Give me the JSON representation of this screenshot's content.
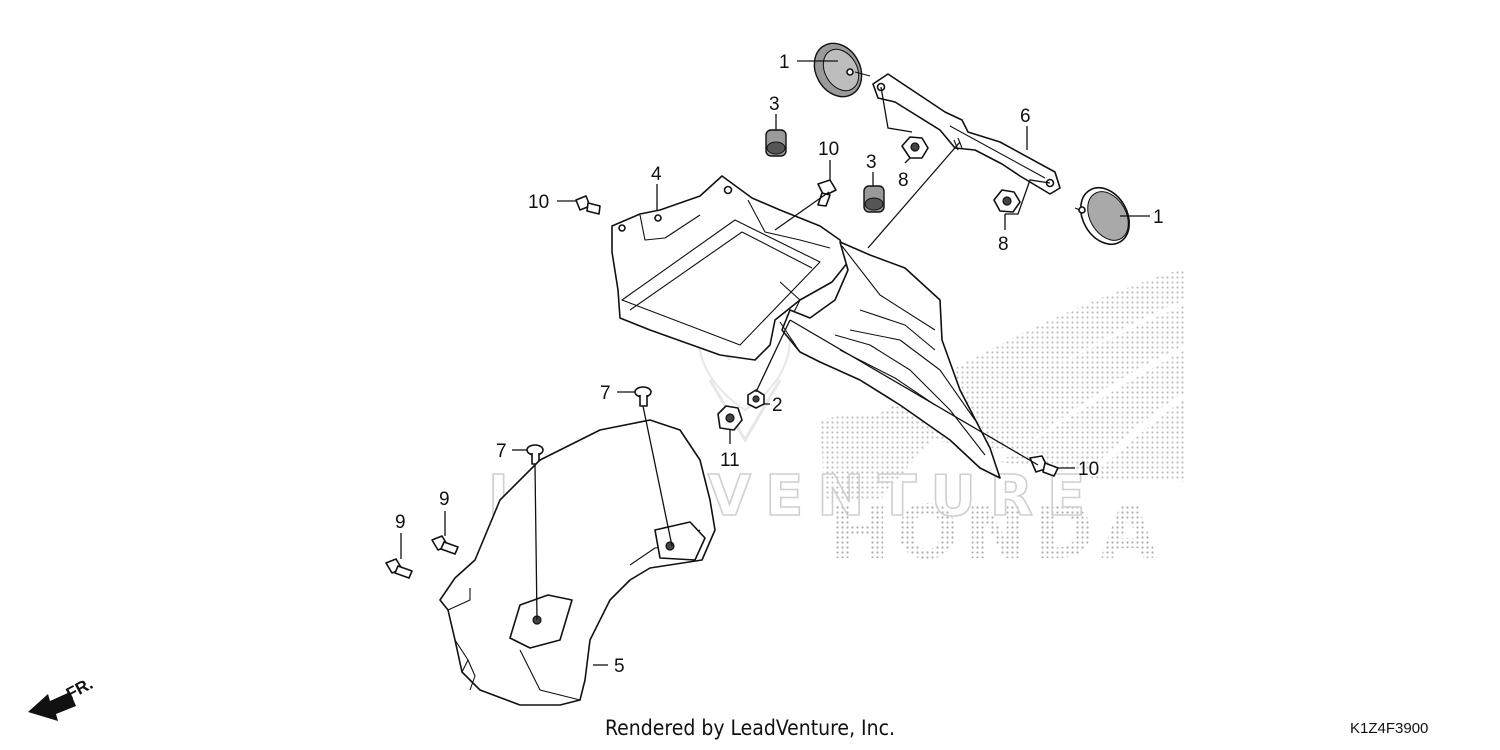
{
  "diagram": {
    "callouts": [
      {
        "id": "c1a",
        "label": "1"
      },
      {
        "id": "c1b",
        "label": "1"
      },
      {
        "id": "c2",
        "label": "2"
      },
      {
        "id": "c3a",
        "label": "3"
      },
      {
        "id": "c3b",
        "label": "3"
      },
      {
        "id": "c4",
        "label": "4"
      },
      {
        "id": "c5",
        "label": "5"
      },
      {
        "id": "c6",
        "label": "6"
      },
      {
        "id": "c7a",
        "label": "7"
      },
      {
        "id": "c7b",
        "label": "7"
      },
      {
        "id": "c8a",
        "label": "8"
      },
      {
        "id": "c8b",
        "label": "8"
      },
      {
        "id": "c9a",
        "label": "9"
      },
      {
        "id": "c9b",
        "label": "9"
      },
      {
        "id": "c10a",
        "label": "10"
      },
      {
        "id": "c10b",
        "label": "10"
      },
      {
        "id": "c10c",
        "label": "10"
      },
      {
        "id": "c11",
        "label": "11"
      }
    ],
    "front_indicator": "FR.",
    "watermark": "LEADVENTURE",
    "brand_watermark": "HONDA"
  },
  "footer": {
    "credit": "Rendered by LeadVenture, Inc.",
    "diagram_code": "K1Z4F3900"
  }
}
